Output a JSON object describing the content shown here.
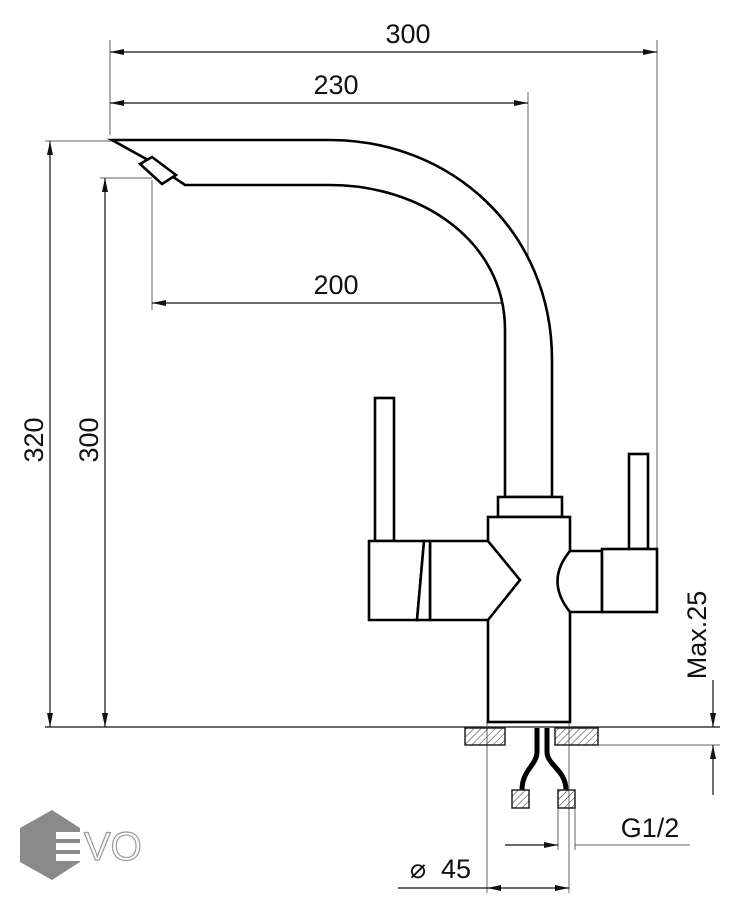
{
  "dimensions": {
    "overall_width": "300",
    "spout_reach": "230",
    "aerator_reach": "200",
    "overall_height": "320",
    "aerator_height": "300",
    "max_countertop": "Max.25",
    "connection_thread": "G1/2",
    "hole_diameter": "45"
  },
  "diameter_symbol": "⌀",
  "logo": {
    "text": "EVO",
    "color": "#8a8a8a"
  }
}
